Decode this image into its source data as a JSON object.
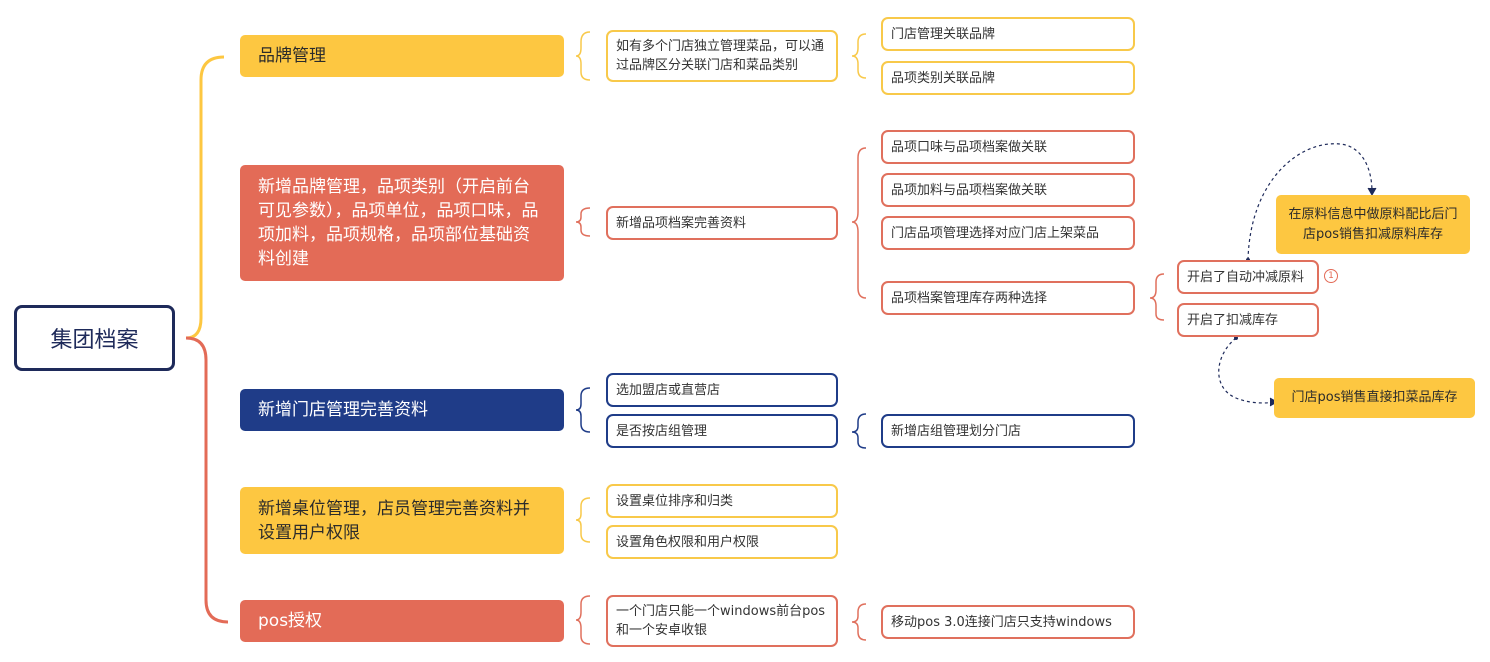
{
  "root": {
    "label": "集团档案"
  },
  "branches": [
    {
      "label": "品牌管理",
      "sub": "如有多个门店独立管理菜品，可以通过品牌区分关联门店和菜品类别",
      "children": [
        "门店管理关联品牌",
        "品项类别关联品牌"
      ]
    },
    {
      "label": "新增品牌管理，品项类别（开启前台可见参数），品项单位，品项口味，品项加料，品项规格，品项部位基础资料创建",
      "sub": "新增品项档案完善资料",
      "children": [
        "品项口味与品项档案做关联",
        "品项加料与品项档案做关联",
        "门店品项管理选择对应门店上架菜品",
        "品项档案管理库存两种选择"
      ],
      "stock_options": [
        "开启了自动冲减原料",
        "开启了扣减库存"
      ],
      "notes": [
        "在原料信息中做原料配比后门店pos销售扣减原料库存",
        "门店pos销售直接扣菜品库存"
      ],
      "badge": "1"
    },
    {
      "label": "新增门店管理完善资料",
      "subs": [
        "选加盟店或直营店",
        "是否按店组管理"
      ],
      "children": [
        "新增店组管理划分门店"
      ]
    },
    {
      "label": "新增桌位管理，店员管理完善资料并设置用户权限",
      "subs": [
        "设置桌位排序和归类",
        "设置角色权限和用户权限"
      ]
    },
    {
      "label": "pos授权",
      "sub": "一个门店只能一个windows前台pos和一个安卓收银",
      "children": [
        "移动pos 3.0连接门店只支持windows"
      ]
    }
  ],
  "colors": {
    "yellow": "#fdc741",
    "red": "#e36b57",
    "navy": "#1f3c88",
    "root_border": "#1e2a5a"
  }
}
